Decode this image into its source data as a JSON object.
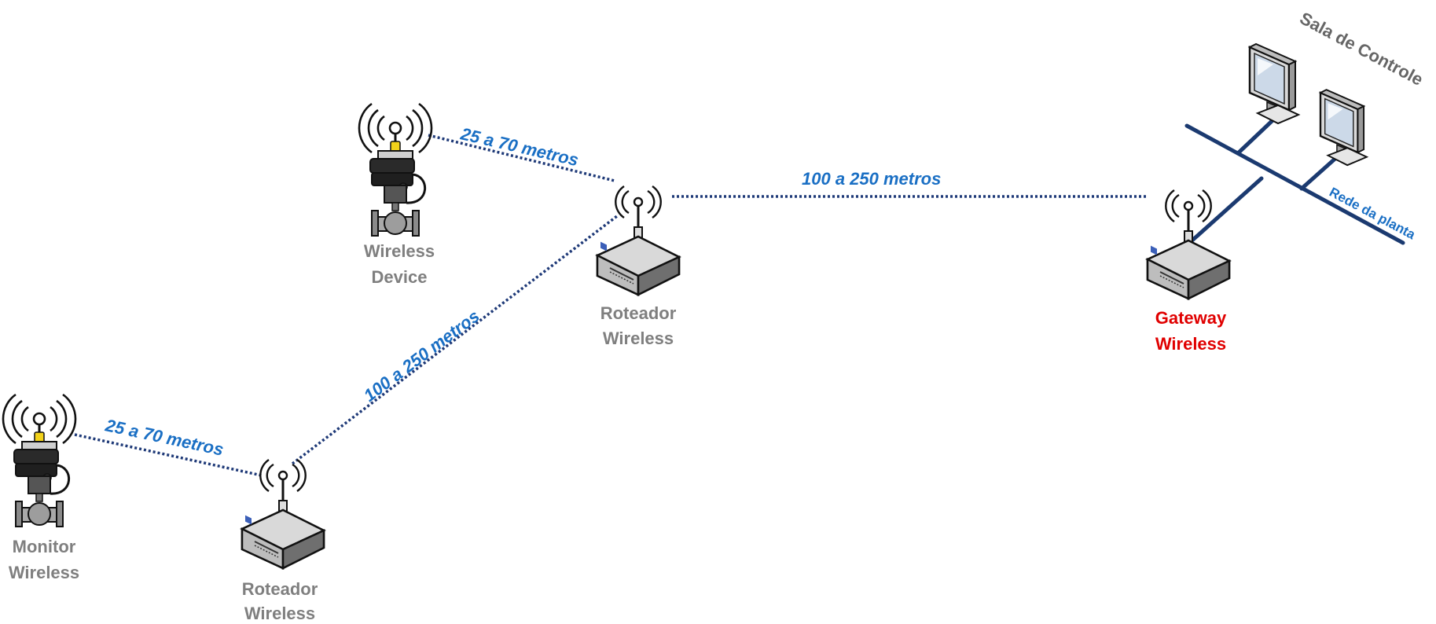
{
  "diagram": {
    "control_room": "Sala de Controle",
    "plant_network": "Rede da planta",
    "nodes": {
      "wireless_device": [
        "Wireless",
        "Device"
      ],
      "monitor_wireless": [
        "Monitor",
        "Wireless"
      ],
      "router_top": [
        "Roteador",
        "Wireless"
      ],
      "router_bottom": [
        "Roteador",
        "Wireless"
      ],
      "gateway": [
        "Gateway",
        "Wireless"
      ]
    },
    "links": {
      "device_to_router_top": "25 a 70 metros",
      "router_top_to_gateway": "100 a 250 metros",
      "router_bottom_to_router_top": "100 a 250 metros",
      "monitor_to_router_bottom": "25 a 70 metros"
    },
    "colors": {
      "distance_text": "#1a6fc4",
      "link_line": "#1f3a78",
      "gateway_label": "#e00000",
      "node_label": "#7f7f7f"
    }
  }
}
